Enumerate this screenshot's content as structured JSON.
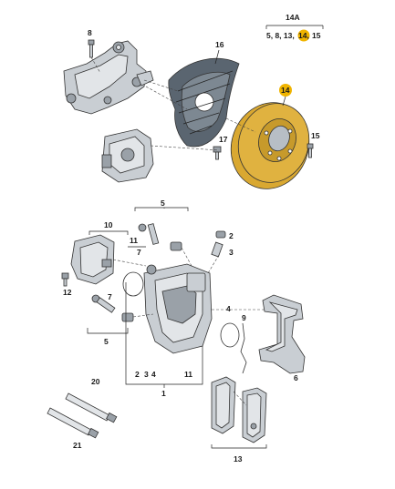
{
  "labels": {
    "l1": "1",
    "l2": "2",
    "l3": "3",
    "l4": "4",
    "l5": "5",
    "l6": "6",
    "l7": "7",
    "l8": "8",
    "l9": "9",
    "l10": "10",
    "l11": "11",
    "l12": "12",
    "l13": "13",
    "l14": "14",
    "l15": "15",
    "l16": "16",
    "l17": "17",
    "l20": "20",
    "l21": "21",
    "l14a": "14A",
    "set_a": "5, 8, 13,",
    "set_b": "14,",
    "set_c": "15",
    "sub_a": "2",
    "sub_b": "3",
    "sub_c": "4"
  },
  "colors": {
    "highlight": "#f0b400",
    "disc": "#e0b240"
  }
}
